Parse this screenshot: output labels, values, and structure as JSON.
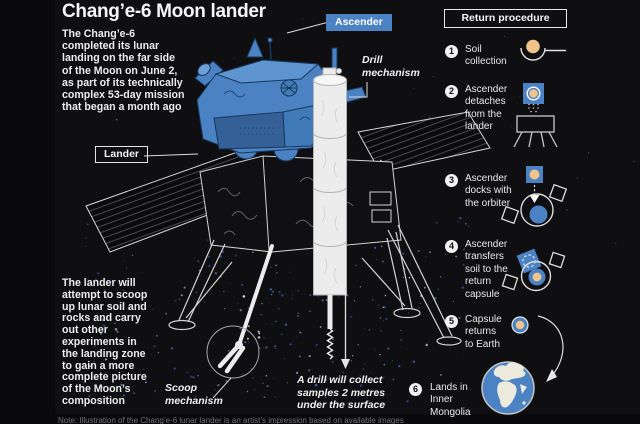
{
  "header": {
    "title": "Chang’e-6 Moon lander"
  },
  "intro_lines": [
    "The Chang’e-6",
    "completed its lunar",
    "landing on the far side",
    "of the Moon on June 2,",
    "as part of its technically",
    "complex 53-day mission",
    "that began a month ago"
  ],
  "body_lines": [
    "The lander will",
    "attempt to scoop",
    "up lunar soil and",
    "rocks and carry",
    "out other",
    "experiments in",
    "the landing zone",
    "to gain a more",
    "complete picture",
    "of the Moon’s",
    "composition"
  ],
  "callouts": {
    "ascender": "Ascender",
    "lander": "Lander",
    "drill_lines": [
      "Drill",
      "mechanism"
    ],
    "scoop_lines": [
      "Scoop",
      "mechanism"
    ],
    "drill_note_lines": [
      "A drill will collect",
      "samples 2 metres",
      "under the surface"
    ]
  },
  "return_procedure": {
    "title": "Return procedure",
    "steps": [
      {
        "num": "1",
        "lines": [
          "Soil",
          "collection"
        ],
        "icon": "soil-collection-icon"
      },
      {
        "num": "2",
        "lines": [
          "Ascender",
          "detaches",
          "from the",
          "lander"
        ],
        "icon": "ascender-detach-icon"
      },
      {
        "num": "3",
        "lines": [
          "Ascender",
          "docks with",
          "the orbiter"
        ],
        "icon": "dock-orbiter-icon"
      },
      {
        "num": "4",
        "lines": [
          "Ascender",
          "transfers",
          "soil to the",
          "return",
          "capsule"
        ],
        "icon": "soil-transfer-icon"
      },
      {
        "num": "5",
        "lines": [
          "Capsule",
          "returns",
          "to Earth"
        ],
        "icon": "capsule-return-icon"
      },
      {
        "num": "6",
        "lines": [
          "Lands in",
          "Inner",
          "Mongolia"
        ],
        "icon": "earth-globe-icon"
      }
    ]
  },
  "footnote": "Note: Illustration of the Chang’e-6 lunar lander is an artist’s impression based on available images",
  "colors": {
    "background": "#0a0a0c",
    "accent_blue": "#4a82c4",
    "soil_orange": "#f2c48c",
    "line_gray": "#d9d9d9",
    "step_circle": "#f2f2f2"
  }
}
